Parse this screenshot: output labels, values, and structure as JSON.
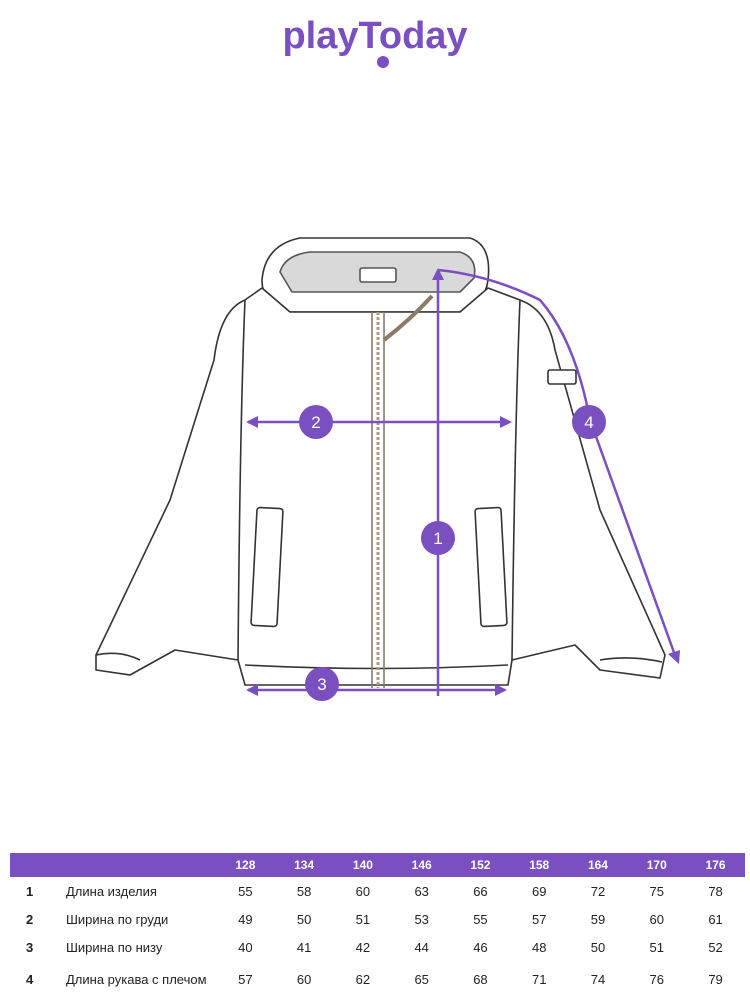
{
  "brand": {
    "logo_text": "playToday",
    "color": "#7a4fbf"
  },
  "drawing": {
    "subject": "jacket-technical-sketch",
    "markers": [
      {
        "label": "1"
      },
      {
        "label": "2"
      },
      {
        "label": "3"
      },
      {
        "label": "4"
      }
    ]
  },
  "size_table": {
    "sizes": [
      "128",
      "134",
      "140",
      "146",
      "152",
      "158",
      "164",
      "170",
      "176"
    ],
    "rows": [
      {
        "num": "1",
        "label": "Длина изделия",
        "values": [
          "55",
          "58",
          "60",
          "63",
          "66",
          "69",
          "72",
          "75",
          "78"
        ]
      },
      {
        "num": "2",
        "label": "Ширина по груди",
        "values": [
          "49",
          "50",
          "51",
          "53",
          "55",
          "57",
          "59",
          "60",
          "61"
        ]
      },
      {
        "num": "3",
        "label": "Ширина по низу",
        "values": [
          "40",
          "41",
          "42",
          "44",
          "46",
          "48",
          "50",
          "51",
          "52"
        ]
      },
      {
        "num": "4",
        "label": "Длина рукава с плечом",
        "values": [
          "57",
          "60",
          "62",
          "65",
          "68",
          "71",
          "74",
          "76",
          "79"
        ]
      }
    ]
  }
}
